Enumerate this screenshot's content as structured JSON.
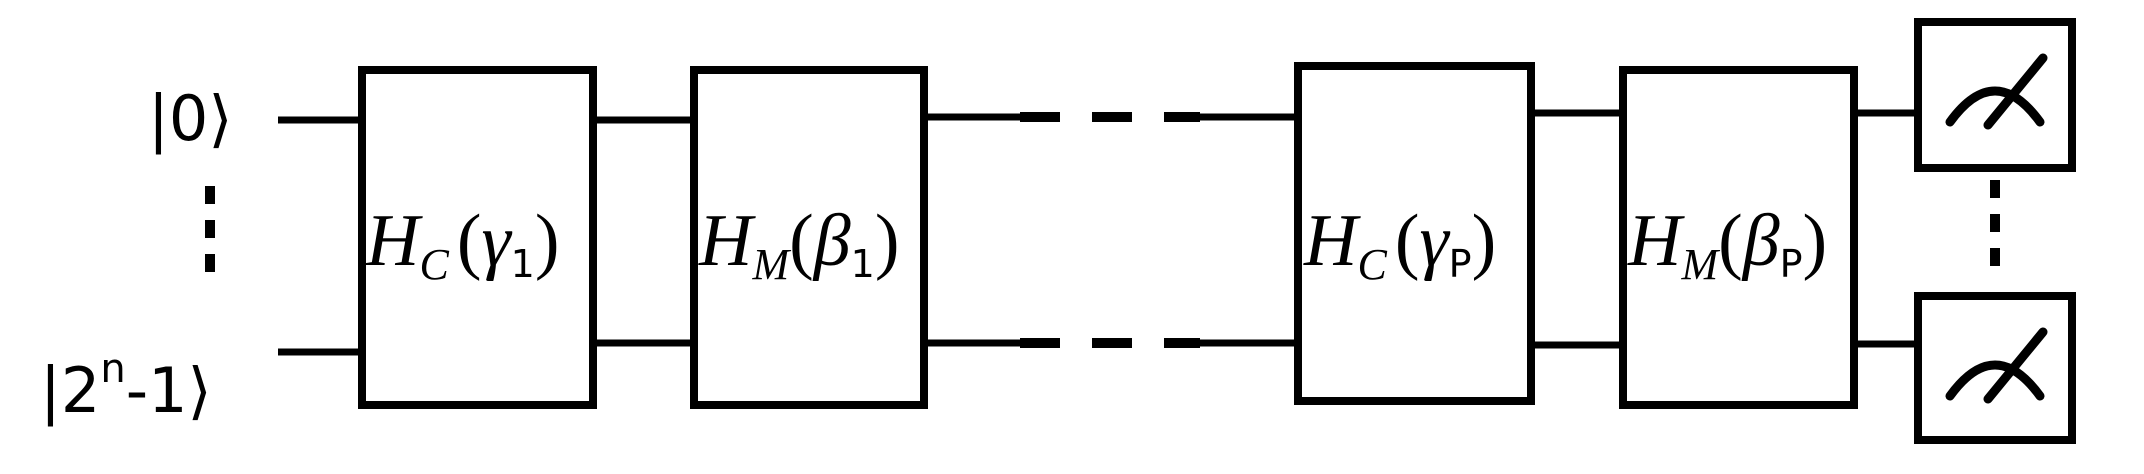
{
  "inputs": {
    "top": {
      "prefix": "|",
      "value": "0",
      "suffix": "⟩"
    },
    "bottom": {
      "prefix": "|",
      "base": "2",
      "exponent": "n",
      "rest": "-1",
      "suffix": "⟩"
    }
  },
  "gates": [
    {
      "op": "H",
      "op_sub": "C",
      "param": "γ",
      "param_sub": "1"
    },
    {
      "op": "H",
      "op_sub": "M",
      "param": "β",
      "param_sub": "1"
    },
    {
      "op": "H",
      "op_sub": "C",
      "param": "γ",
      "param_sub": "P"
    },
    {
      "op": "H",
      "op_sub": "M",
      "param": "β",
      "param_sub": "P"
    }
  ],
  "paren_open": "(",
  "paren_close": ")",
  "measurements": [
    "meter-icon",
    "meter-icon"
  ],
  "colors": {
    "line": "#000000",
    "background": "#ffffff"
  }
}
